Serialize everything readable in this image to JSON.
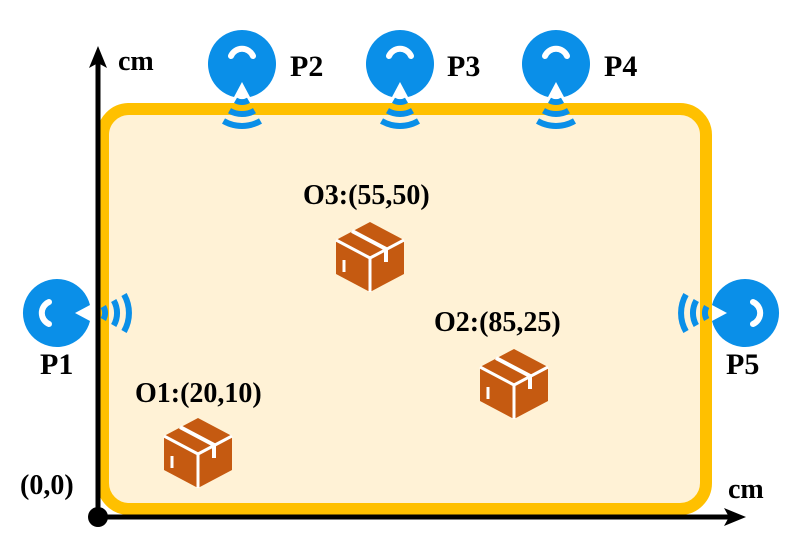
{
  "axes": {
    "x_unit": "cm",
    "y_unit": "cm",
    "origin_label": "(0,0)"
  },
  "colors": {
    "frame": "#FFC000",
    "field": "#FFF2D6",
    "sensor": "#0A8FE8",
    "box": "#C55A11",
    "axis": "#000000"
  },
  "sensors": [
    {
      "label": "P1",
      "icon": "sensor-icon",
      "side": "left"
    },
    {
      "label": "P2",
      "icon": "sensor-icon",
      "side": "top"
    },
    {
      "label": "P3",
      "icon": "sensor-icon",
      "side": "top"
    },
    {
      "label": "P4",
      "icon": "sensor-icon",
      "side": "top"
    },
    {
      "label": "P5",
      "icon": "sensor-icon",
      "side": "right"
    }
  ],
  "objects": [
    {
      "label": "O1:(20,10)",
      "icon": "box-icon"
    },
    {
      "label": "O2:(85,25)",
      "icon": "box-icon"
    },
    {
      "label": "O3:(55,50)",
      "icon": "box-icon"
    }
  ]
}
